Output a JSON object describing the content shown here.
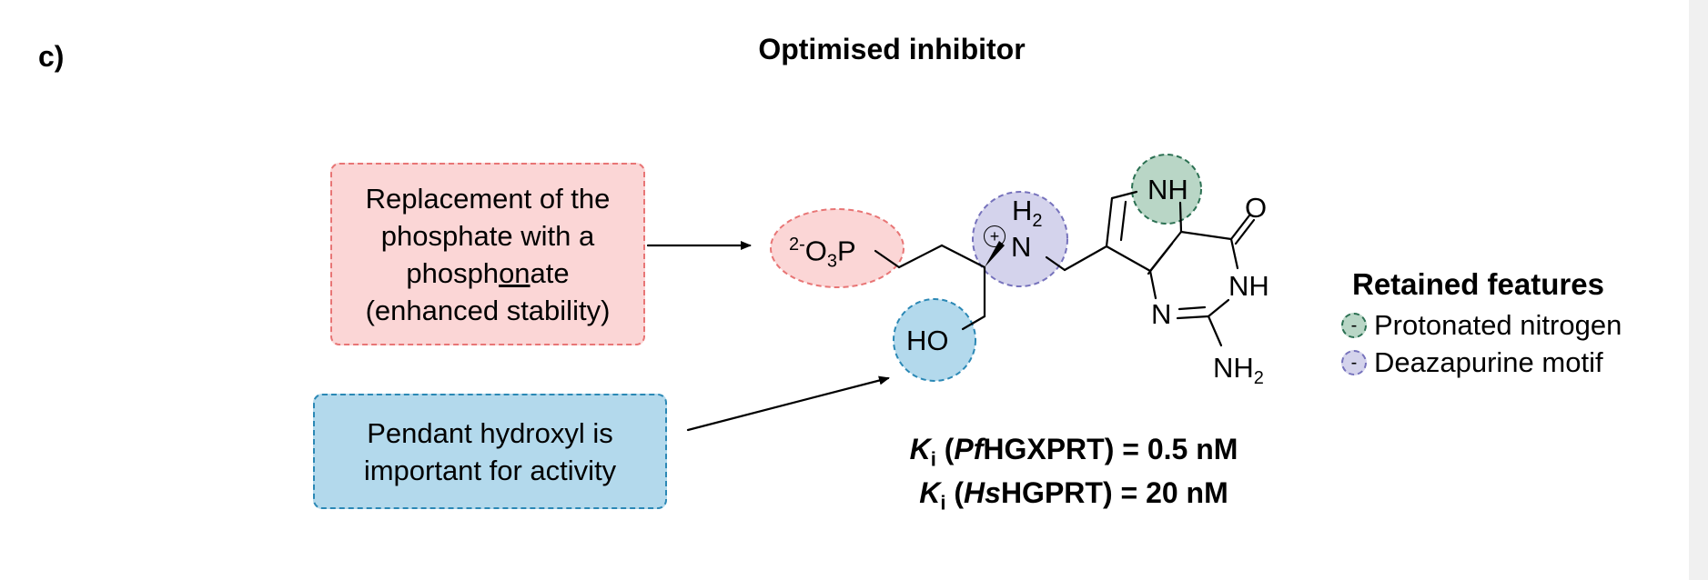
{
  "panel_label": "c)",
  "title": "Optimised inhibitor",
  "callouts": {
    "phosphonate": {
      "line1": "Replacement of the",
      "line2": "phosphate with a",
      "line3_pre": "phosph",
      "line3_ul": "on",
      "line3_post": "ate",
      "line4": "(enhanced stability)"
    },
    "hydroxyl": {
      "line1": "Pendant hydroxyl is",
      "line2": "important for activity"
    }
  },
  "molecule": {
    "phosphonate_charge": "2-",
    "phosphonate_o": "O",
    "phosphonate_sub": "3",
    "phosphonate_p": "P",
    "hydroxyl": "HO",
    "ammonium_h": "H",
    "ammonium_h_sub": "2",
    "ammonium_n": "N",
    "ammonium_charge": "+",
    "pyrrole_nh": "NH",
    "carbonyl_o": "O",
    "ring_nh": "NH",
    "ring_n": "N",
    "amine_nh": "NH",
    "amine_sub": "2"
  },
  "ki": {
    "line1": {
      "k": "K",
      "sub": "i",
      "open": " (",
      "species": "Pf",
      "target": "HGXPRT) = 0.5 nM"
    },
    "line2": {
      "k": "K",
      "sub": "i",
      "open": " (",
      "species": "Hs",
      "target": "HGPRT) = 20 nM"
    }
  },
  "legend": {
    "title": "Retained features",
    "items": [
      {
        "mark": "-",
        "label": "Protonated nitrogen",
        "color": "#b9d6c6"
      },
      {
        "mark": "-",
        "label": "Deazapurine motif",
        "color": "#d4d3ec"
      }
    ]
  },
  "colors": {
    "phosphonate_fill": "#fbd6d6",
    "phosphonate_border": "#e87575",
    "hydroxyl_fill": "#b3d9ec",
    "hydroxyl_border": "#2b88b5",
    "ammonium_fill": "#d4d3ec",
    "ammonium_border": "#7672bc",
    "pyrrole_fill": "#b9d6c6",
    "pyrrole_border": "#2b7052"
  }
}
